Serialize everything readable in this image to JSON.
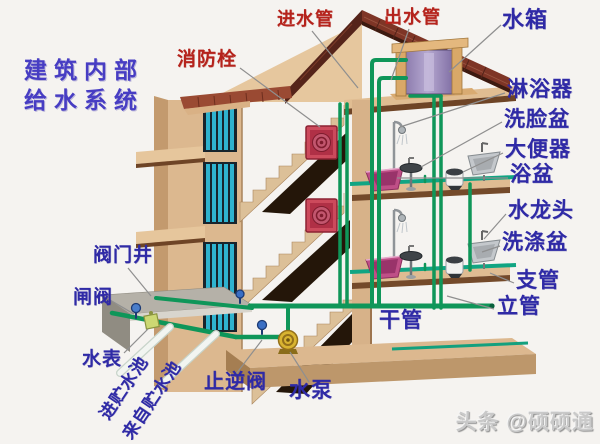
{
  "title": {
    "line1": "建筑内部",
    "line2": "给水系统"
  },
  "watermark": {
    "text": "头条 @硕硕通"
  },
  "colors": {
    "label_blue": "#2f2aa6",
    "label_red": "#b5231c",
    "title_blue": "#473dc3",
    "pipe_green": "#0f9659",
    "branch_pipe_teal": "#10a583",
    "roof_brick": "#7e3526",
    "wall_tan": "#dcb88f",
    "tank_purple": "#9a89bd",
    "hydrant_red": "#cc4a5c",
    "pump_yellow": "#d9b431",
    "well_gray": "#b5b1a8",
    "watermark_gray": "#c9c9c9"
  },
  "labels": [
    {
      "id": "inlet-pipe",
      "text": "进水管",
      "color": "red"
    },
    {
      "id": "outlet-pipe",
      "text": "出水管",
      "color": "red"
    },
    {
      "id": "water-tank",
      "text": "水箱",
      "color": "blue"
    },
    {
      "id": "fire-hydrant",
      "text": "消防栓",
      "color": "red"
    },
    {
      "id": "shower",
      "text": "淋浴器",
      "color": "blue"
    },
    {
      "id": "washbasin",
      "text": "洗脸盆",
      "color": "blue"
    },
    {
      "id": "toilet",
      "text": "大便器",
      "color": "blue"
    },
    {
      "id": "bathtub",
      "text": "浴盆",
      "color": "blue"
    },
    {
      "id": "faucet",
      "text": "水龙头",
      "color": "blue"
    },
    {
      "id": "kitchen-sink",
      "text": "洗涤盆",
      "color": "blue"
    },
    {
      "id": "branch-pipe",
      "text": "支管",
      "color": "blue"
    },
    {
      "id": "riser-pipe",
      "text": "立管",
      "color": "blue"
    },
    {
      "id": "main-pipe",
      "text": "干管",
      "color": "blue"
    },
    {
      "id": "valve-well",
      "text": "阀门井",
      "color": "blue"
    },
    {
      "id": "gate-valve",
      "text": "闸阀",
      "color": "blue"
    },
    {
      "id": "water-meter",
      "text": "水表",
      "color": "blue"
    },
    {
      "id": "to-storage-tank",
      "text": "进贮水池",
      "color": "blue"
    },
    {
      "id": "from-storage-tank",
      "text": "来自贮水池",
      "color": "blue"
    },
    {
      "id": "check-valve",
      "text": "止逆阀",
      "color": "blue"
    },
    {
      "id": "water-pump",
      "text": "水泵",
      "color": "blue"
    }
  ]
}
